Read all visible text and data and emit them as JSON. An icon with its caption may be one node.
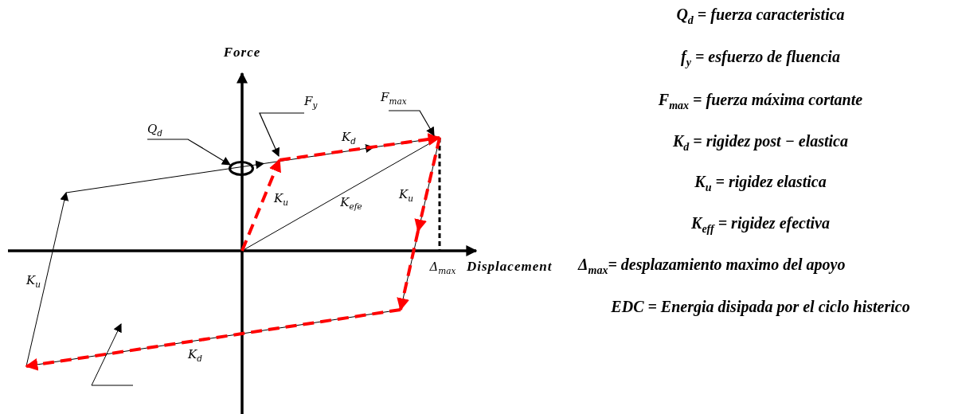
{
  "diagram": {
    "nodes": [
      {
        "text": [
          "Q$_{d}$"
        ]
      },
      {
        "text": [],
        "shape": "ellipse"
      },
      {
        "text": [
          "F$_{y}$"
        ]
      },
      {
        "text": [
          "F$_{max}$"
        ]
      }
    ],
    "edges": [
      {
        "from": 0,
        "to": 1,
        "arrow": "to"
      },
      {
        "from": 2,
        "to": null,
        "arrow": "to"
      },
      {
        "from": 3,
        "to": null,
        "arrow": "to"
      }
    ],
    "labels": [
      "Force",
      "Q$_{d}$ = fuerza caracteristica",
      "f$_{y}$ = esfuerzo de fluencia",
      "F$_{max}$ = fuerza máxima cortante",
      "K$_{d}$ = rigidez post − elastica",
      "K$_{u}$ = rigidez elastica",
      "K$_{eff}$ = rigidez efectiva",
      "K$_{d}$",
      "K$_{u}$",
      "K$_{efe}$",
      "K$_{u}$",
      "Δ$_{max}$",
      "Displacement",
      "Δ$_{max}$= desplazamiento maximo del apoyo",
      "K$_{u}$",
      "EDC = Energia disipada por el ciclo histerico",
      "K$_{d}$"
    ]
  }
}
